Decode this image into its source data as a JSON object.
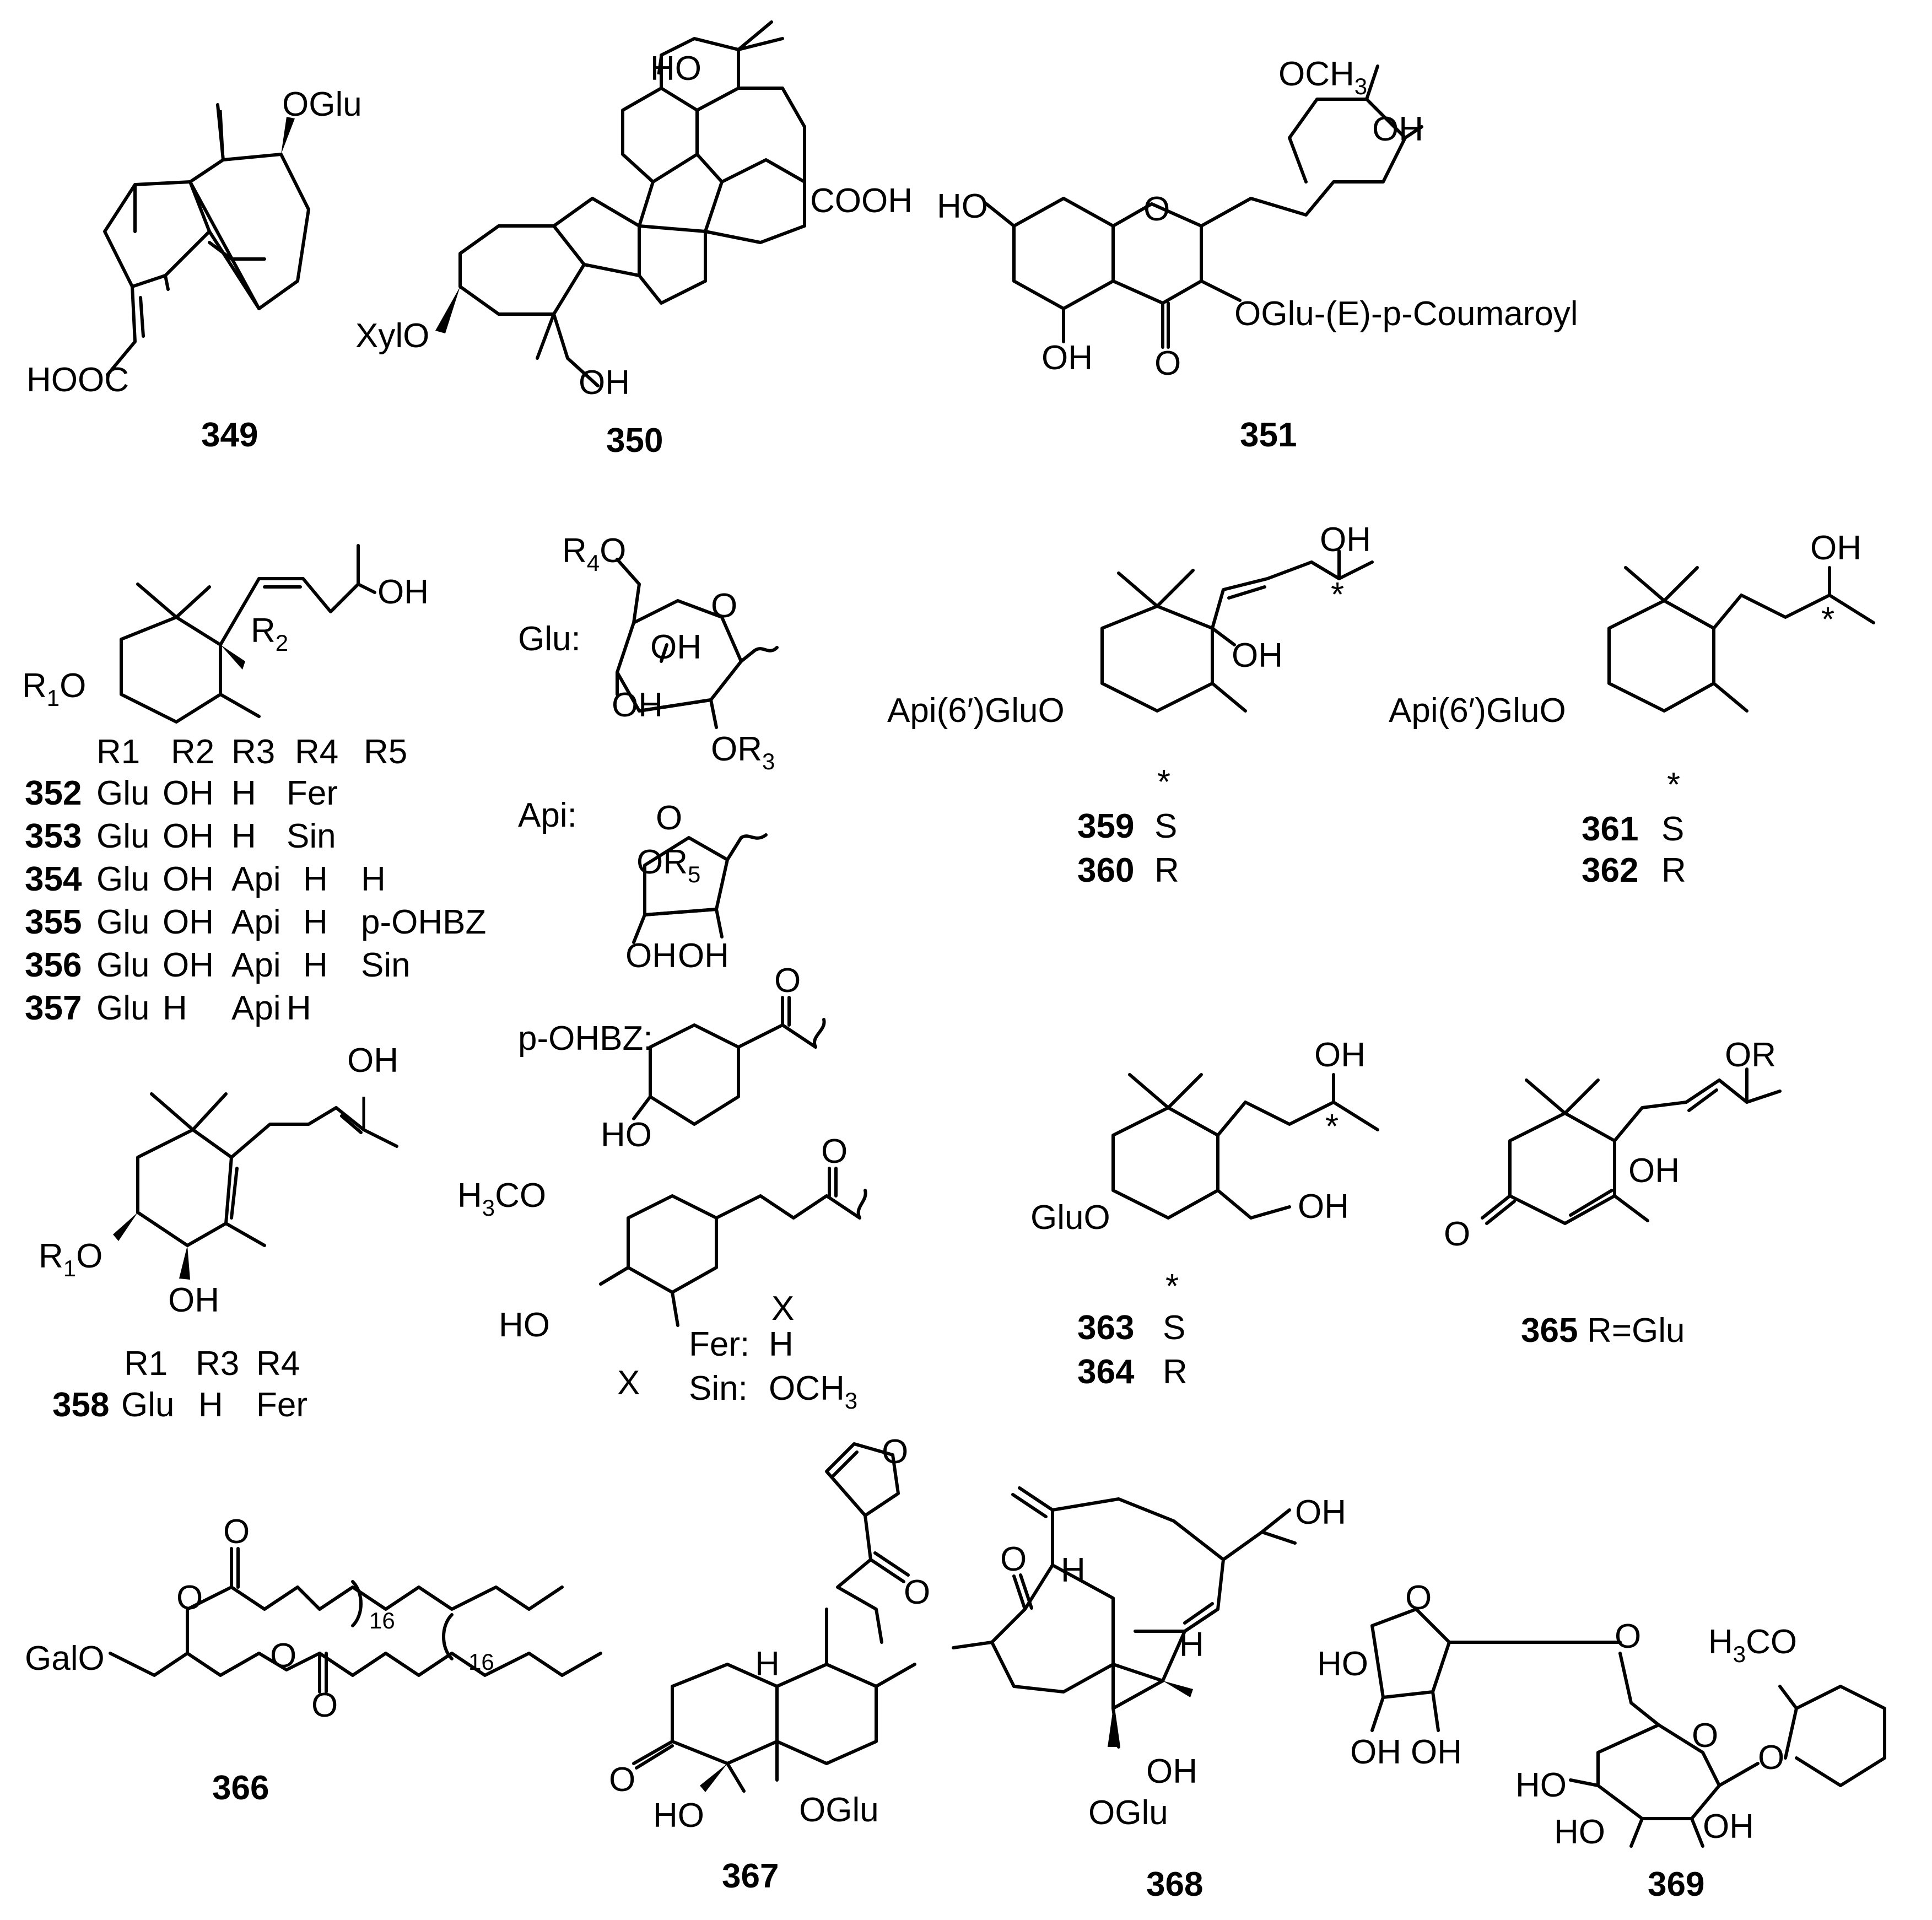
{
  "compounds": {
    "c349": {
      "id": "349",
      "labels": {
        "oglu": "OGlu",
        "hooc": "HOOC"
      }
    },
    "c350": {
      "id": "350",
      "labels": {
        "ho": "HO",
        "cooh": "COOH",
        "xylo": "XylO",
        "oh": "OH"
      }
    },
    "c351": {
      "id": "351",
      "labels": {
        "och3": "OCH",
        "och3_sub": "3",
        "oh_top": "OH",
        "ho": "HO",
        "o_ring": "O",
        "o_keto": "O",
        "oh_bottom": "OH",
        "subst": "OGlu-(E)-p-Coumaroyl"
      }
    },
    "c352_357": {
      "labels": {
        "oh": "OH",
        "r2": "R",
        "r2_sub": "2",
        "r1o": "R",
        "r1o_sub": "1",
        "r1o_tail": "O"
      },
      "header": [
        "R1",
        "R2",
        "R3",
        "R4",
        "R5"
      ],
      "rows": [
        {
          "id": "352",
          "r1": "Glu",
          "r2": "OH",
          "r3": "H",
          "r4": "Fer",
          "r5": ""
        },
        {
          "id": "353",
          "r1": "Glu",
          "r2": "OH",
          "r3": "H",
          "r4": "Sin",
          "r5": ""
        },
        {
          "id": "354",
          "r1": "Glu",
          "r2": "OH",
          "r3": "Api",
          "r4": "H",
          "r5": "H"
        },
        {
          "id": "355",
          "r1": "Glu",
          "r2": "OH",
          "r3": "Api",
          "r4": "H",
          "r5": "p-OHBZ"
        },
        {
          "id": "356",
          "r1": "Glu",
          "r2": "OH",
          "r3": "Api",
          "r4": "H",
          "r5": "Sin"
        },
        {
          "id": "357",
          "r1": "Glu",
          "r2": "H",
          "r3": "Api",
          "r4": "H",
          "r5": ""
        }
      ]
    },
    "sugars": {
      "glu_label": "Glu:",
      "api_label": "Api:",
      "pohbz_label": "p-OHBZ:",
      "r4o": "R",
      "r4o_sub": "4",
      "r4o_tail": "O",
      "o_ring": "O",
      "oh1": "OH",
      "oh2": "OH",
      "or3": "OR",
      "or3_sub": "3",
      "api_o": "O",
      "api_or5": "OR",
      "api_or5_sub": "5",
      "api_oh1": "OH",
      "api_oh2": "OH",
      "bz_o": "O",
      "bz_ho": "HO",
      "acyl_o": "O",
      "h3co": "H",
      "h3co_sub": "3",
      "h3co_tail": "CO",
      "acyl_ho": "HO",
      "x": "X",
      "x_head": "X",
      "fer": "Fer:",
      "fer_val": "H",
      "sin": "Sin:",
      "sin_val": "OCH",
      "sin_val_sub": "3"
    },
    "c358": {
      "labels": {
        "oh_top": "OH",
        "r1o": "R",
        "r1o_sub": "1",
        "r1o_tail": "O",
        "oh_bottom": "OH"
      },
      "header": [
        "R1",
        "R3",
        "R4"
      ],
      "row": {
        "id": "358",
        "r1": "Glu",
        "r3": "H",
        "r4": "Fer"
      }
    },
    "c359_360": {
      "labels": {
        "oh_top": "OH",
        "oh_mid": "OH",
        "star": "*",
        "subst": "Api(6′)GluO"
      },
      "table_star": "*",
      "rows": [
        {
          "id": "359",
          "cfg": "S"
        },
        {
          "id": "360",
          "cfg": "R"
        }
      ]
    },
    "c361_362": {
      "labels": {
        "oh_top": "OH",
        "star": "*",
        "subst": "Api(6′)GluO"
      },
      "table_star": "*",
      "rows": [
        {
          "id": "361",
          "cfg": "S"
        },
        {
          "id": "362",
          "cfg": "R"
        }
      ]
    },
    "c363_364": {
      "labels": {
        "oh_top": "OH",
        "star": "*",
        "oh_ch2": "OH",
        "gluo": "GluO"
      },
      "table_star": "*",
      "rows": [
        {
          "id": "363",
          "cfg": "S"
        },
        {
          "id": "364",
          "cfg": "R"
        }
      ]
    },
    "c365": {
      "labels": {
        "or": "OR",
        "oh": "OH",
        "o": "O"
      },
      "caption_id": "365",
      "caption_text": "R=Glu"
    },
    "c366": {
      "id": "366",
      "labels": {
        "o_top": "O",
        "o_ester1": "O",
        "n1": "16",
        "galo": "GalO",
        "o_ester2": "O",
        "n2": "16",
        "o_bottom": "O"
      }
    },
    "c367": {
      "id": "367",
      "labels": {
        "o_furan": "O",
        "o_keto": "O",
        "h": "H",
        "o_ring": "O",
        "ho": "HO",
        "oglu": "OGlu"
      }
    },
    "c368": {
      "id": "368",
      "labels": {
        "oh": "OH",
        "o": "O",
        "h1": "H",
        "h2": "H",
        "oh2": "OH",
        "oglu": "OGlu"
      }
    },
    "c369": {
      "id": "369",
      "labels": {
        "o_api": "O",
        "ho_api": "HO",
        "oh1": "OH",
        "oh2": "OH",
        "o_link": "O",
        "h3co": "H",
        "h3co_sub": "3",
        "h3co_tail": "CO",
        "o_ring": "O",
        "o_aryl": "O",
        "ho1": "HO",
        "ho2": "HO",
        "oh3": "OH"
      }
    }
  }
}
